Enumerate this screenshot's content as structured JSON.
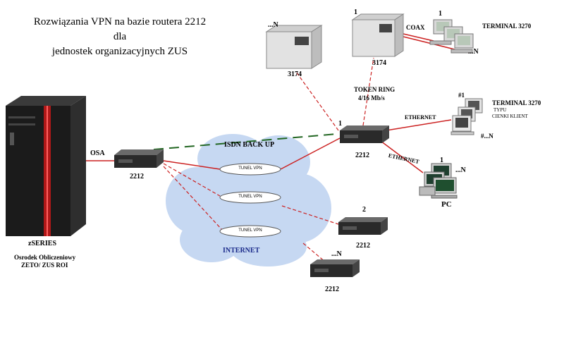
{
  "title": {
    "line1": "Rozwiązania VPN na bazie routera 2212",
    "line2": "dla",
    "line3": "jednostek organizacyjnych ZUS"
  },
  "labels": {
    "osa": "OSA",
    "router_main_left": "2212",
    "router_hub": "2212",
    "router_hub_port": "1",
    "router_branch2": "2212",
    "router_branch2_num": "2",
    "router_branchN": "2212",
    "router_branchN_num": "...N",
    "isdn": "ISDN BACK UP",
    "internet": "INTERNET",
    "tunnel1": "TUNEL VPN",
    "tunnel2": "TUNEL VPN",
    "tunnel3": "TUNEL VPN",
    "token_ring_1": "TOKEN RING",
    "token_ring_2": "4/16 Mb/s",
    "ethernet1": "ETHERNET",
    "ethernet2": "ETHERNET",
    "ctrl1": "3174",
    "ctrl1_num": "...N",
    "ctrl2": "3174",
    "ctrl2_num": "1",
    "coax": "COAX",
    "terminal_coax": "TERMINAL 3270",
    "terminal_coax_num1": "1",
    "terminal_coax_numN": "...N",
    "terminal_eth": "TERMINAL 3270",
    "terminal_eth_type1": "TYPU",
    "terminal_eth_type2": "CIENKI KLIENT",
    "terminal_eth_num1": "#1",
    "terminal_eth_numN": "#...N",
    "pc": "PC",
    "pc_num1": "1",
    "pc_numN": "...N",
    "mainframe": "zSERIES",
    "center1": "Osrodek Obliczeniowy",
    "center2": "ZETO/ ZUS ROI"
  },
  "colors": {
    "link_red": "#cc2222",
    "link_dashed_red": "#cc2222",
    "isdn_green": "#226622",
    "cloud": "#c6d8f2",
    "mainframe_red": "#b01818"
  }
}
